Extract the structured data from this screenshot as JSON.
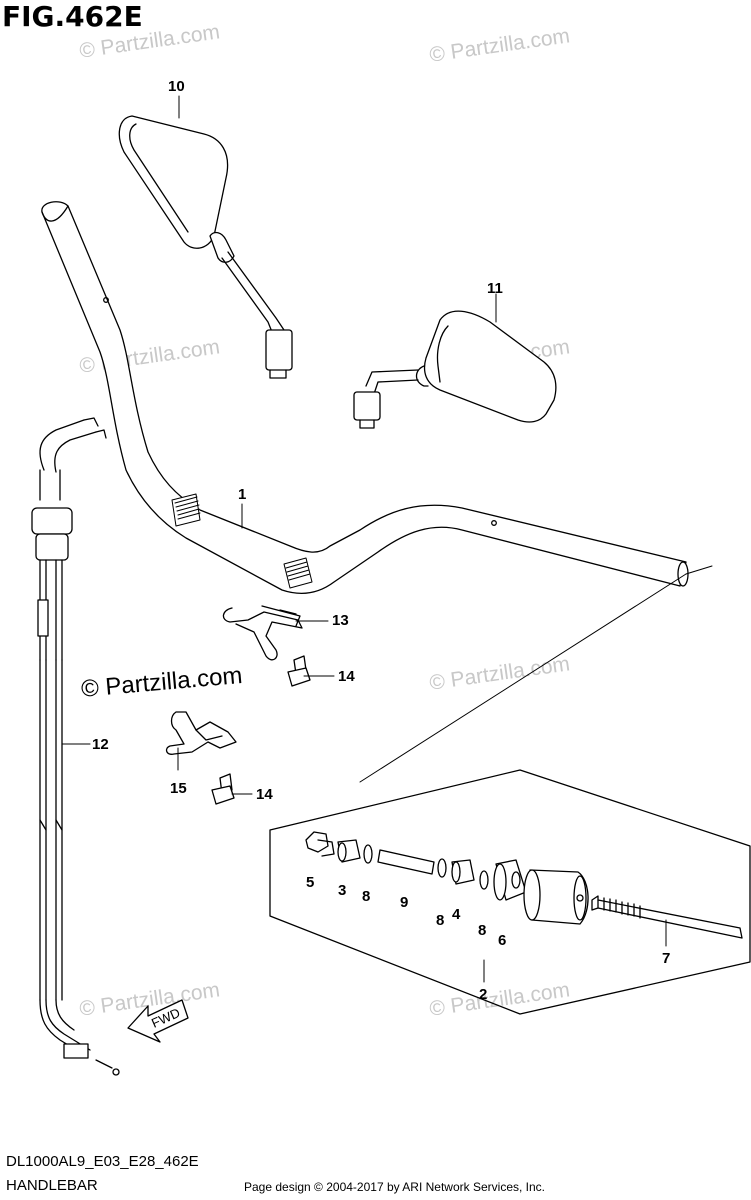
{
  "figure": {
    "title": "FIG.462E",
    "model_code": "DL1000AL9_E03_E28_462E",
    "section_name": "HANDLEBAR",
    "copyright": "Page design © 2004-2017 by ARI Network Services, Inc."
  },
  "watermarks": {
    "light": "© Partzilla.com",
    "dark": "© Partzilla.com"
  },
  "direction_label": "FWD",
  "callouts": [
    {
      "id": "c1",
      "label": "1"
    },
    {
      "id": "c2",
      "label": "2"
    },
    {
      "id": "c3",
      "label": "3"
    },
    {
      "id": "c4",
      "label": "4"
    },
    {
      "id": "c5",
      "label": "5"
    },
    {
      "id": "c6",
      "label": "6"
    },
    {
      "id": "c7",
      "label": "7"
    },
    {
      "id": "c8a",
      "label": "8"
    },
    {
      "id": "c8b",
      "label": "8"
    },
    {
      "id": "c8c",
      "label": "8"
    },
    {
      "id": "c9",
      "label": "9"
    },
    {
      "id": "c10",
      "label": "10"
    },
    {
      "id": "c11",
      "label": "11"
    },
    {
      "id": "c12",
      "label": "12"
    },
    {
      "id": "c13",
      "label": "13"
    },
    {
      "id": "c14a",
      "label": "14"
    },
    {
      "id": "c14b",
      "label": "14"
    },
    {
      "id": "c15",
      "label": "15"
    }
  ]
}
